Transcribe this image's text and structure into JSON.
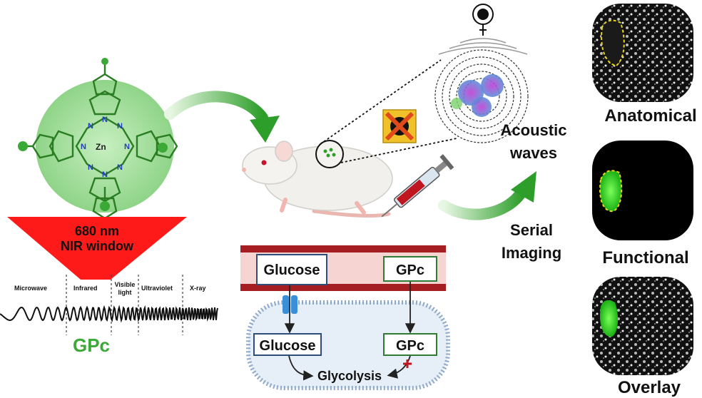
{
  "molecule": {
    "atom_zn": "Zn",
    "atom_n": "N"
  },
  "nir_window": {
    "line1": "680 nm",
    "line2": "NIR window"
  },
  "spectrum": {
    "bands": [
      "Microwave",
      "Infrared",
      "Visible light",
      "Ultraviolet",
      "X-ray"
    ],
    "visible_line1": "Visible",
    "visible_line2": "light"
  },
  "probe_name": "GPc",
  "acoustic": {
    "line1": "Acoustic",
    "line2": "waves"
  },
  "serial": {
    "line1": "Serial",
    "line2": "Imaging"
  },
  "panels": {
    "anatomical": "Anatomical",
    "functional": "Functional",
    "overlay": "Overlay"
  },
  "vessel": {
    "glucose": "Glucose",
    "gpc": "GPc"
  },
  "cell": {
    "glucose": "Glucose",
    "gpc": "GPc",
    "glycolysis": "Glycolysis"
  },
  "colors": {
    "green": "#3aa935",
    "red": "#ff1a1a",
    "vessel_red": "#a51f22",
    "cell_fill": "#e6eef8",
    "transporter": "#3b8fd9"
  }
}
